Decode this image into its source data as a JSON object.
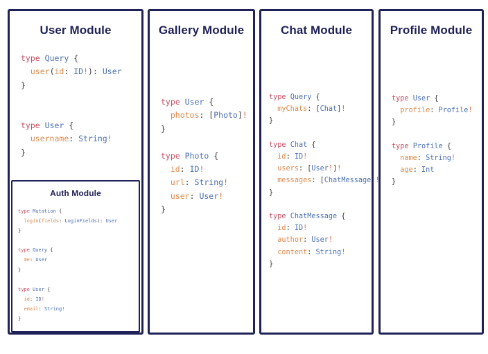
{
  "board": {
    "background": "#ffffff",
    "border_color": "#1F2157",
    "title_color": "#1F2157"
  },
  "syntax_colors": {
    "keyword": "#C94F63",
    "type_name": "#4A6FB5",
    "field_name": "#E08A4B",
    "punctuation": "#3b3b46",
    "bang": "#E0694B"
  },
  "modules": {
    "user": {
      "title": "User Module",
      "code": "type Query {\n  user(id: ID!): User\n}\n\n\ntype User {\n  username: String!\n}",
      "auth": {
        "title": "Auth Module",
        "code": "type Mutation {\n  login(fields: LoginFields): User\n}\n\ntype Query {\n  me: User\n}\n\ntype User {\n  id: ID!\n  email: String!\n}"
      }
    },
    "gallery": {
      "title": "Gallery Module",
      "code": "type User {\n  photos: [Photo]!\n}\n\ntype Photo {\n  id: ID!\n  url: String!\n  user: User!\n}"
    },
    "chat": {
      "title": "Chat Module",
      "code": "type Query {\n  myChats: [Chat]!\n}\n\ntype Chat {\n  id: ID!\n  users: [User!]!\n  messages: [ChatMessage]!\n}\n\ntype ChatMessage {\n  id: ID!\n  author: User!\n  content: String!\n}"
    },
    "profile": {
      "title": "Profile Module",
      "code": "type User {\n  profile: Profile!\n}\n\ntype Profile {\n  name: String!\n  age: Int\n}"
    }
  }
}
